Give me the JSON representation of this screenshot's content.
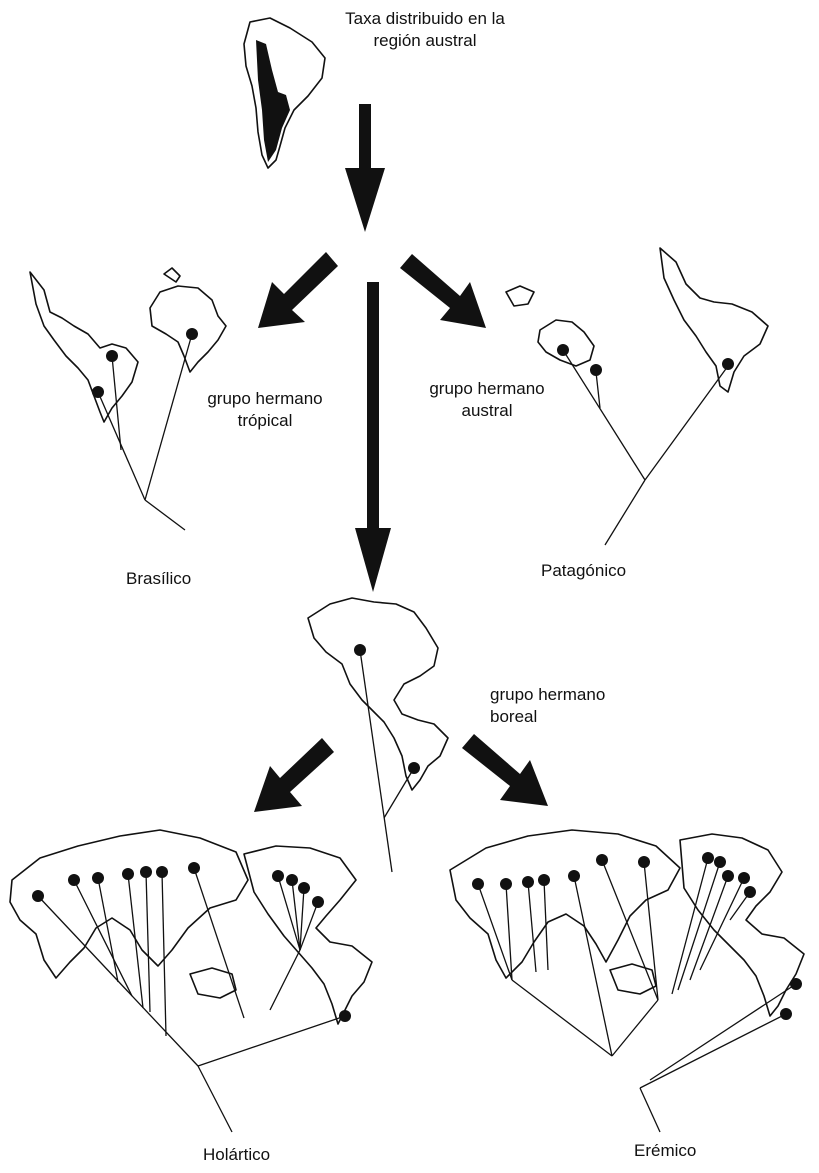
{
  "top": {
    "caption_line1": "Taxa distribuido en la",
    "caption_line2": "región austral"
  },
  "sister_groups": {
    "tropical_line1": "grupo hermano",
    "tropical_line2": "trópical",
    "austral_line1": "grupo hermano",
    "austral_line2": "austral",
    "boreal_line1": "grupo hermano",
    "boreal_line2": "boreal"
  },
  "patterns": {
    "brasilico": "Brasílico",
    "patagonico": "Patagónico",
    "holartico": "Holártico",
    "eremico": "Erémico"
  }
}
